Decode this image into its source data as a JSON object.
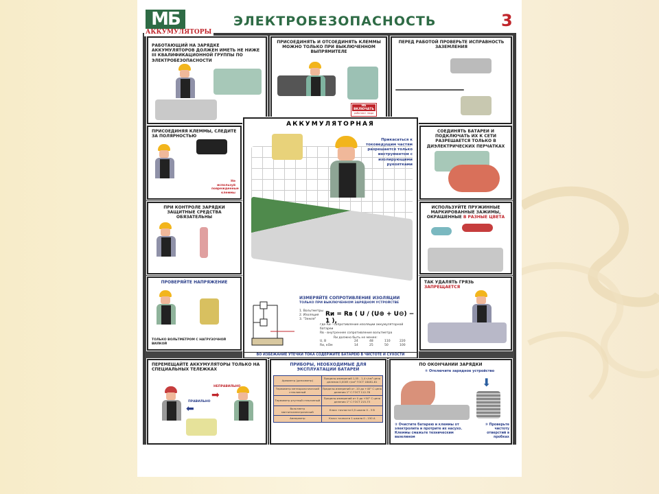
{
  "poster": {
    "logo": "МБ",
    "logo_subtitle": "АККУМУЛЯТОРЫ",
    "title": "ЭЛЕКТРОБЕЗОПАСНОСТЬ",
    "sheet_number": "3",
    "colors": {
      "green": "#2e6b45",
      "red": "#c0252b",
      "blue": "#2b3f8a"
    }
  },
  "panels": {
    "qualification": "Работающий на зарядке аккумуляторов должен иметь не ниже III квалификационной группы по электробезопасности",
    "terminals_off": "Присоединять и отсоединять клеммы можно только при выключенном выпрямителе",
    "terminals_off_sign": "НЕ ВКЛЮЧАТЬ",
    "terminals_off_sign_sub": "работают люди",
    "grounding": "Перед работой проверьте исправность заземления",
    "polarity": "Присоединяя клеммы, следите за полярностью",
    "polarity_note": "Не используй поврежденные клеммы",
    "protection": "При контроле зарядки защитные средства обязательны",
    "voltage_check": "Проверяйте напряжение",
    "voltage_note": "только вольтметром с нагрузочной вилкой",
    "center_title": "АККУМУЛЯТОРНАЯ",
    "center_note": "Прикасаться к токоведущим частям разрешается только инструментом с изолирующими рукоятками",
    "insulation_title": "Измеряйте сопротивление изоляции",
    "insulation_sub": "только при выключенном зарядном устройстве",
    "legend": [
      "1. Вольтметры",
      "2. Изоляция",
      "3. \"Земля\""
    ],
    "formula": "Rи = Rв ( U / (U⊕ + U⊖) − 1 ),",
    "formula_where": "где Rи - сопротивление изоляции аккумуляторной батареи",
    "formula_rv": "Rв - внутреннее сопротивление вольтметра",
    "min_title": "Rи должно быть не менее:",
    "min_rows": [
      {
        "label": "U, В",
        "values": [
          "24",
          "48",
          "110",
          "220"
        ]
      },
      {
        "label": "Rи, кОм",
        "values": [
          "14",
          "25",
          "50",
          "100"
        ]
      }
    ],
    "center_footer": "Во избежание утечки тока содержите батарею в чистоте и сухости",
    "gloves": "Соединять батареи и подключать их к сети разрешается только в диэлектрических перчатках",
    "clamps": "Используйте пружинные маркированные зажимы, окрашенные",
    "clamps_red": "в разные цвета",
    "dirt": "Так удалять грязь",
    "dirt_red": "запрещается",
    "carts": "Перемещайте аккумуляторы только на специальных тележках",
    "wrong": "НЕПРАВИЛЬНО",
    "right": "ПРАВИЛЬНО",
    "instruments_title": "Приборы, необходимые для эксплуатации батарей",
    "instruments": [
      {
        "name": "Ареометр (денсиметр)",
        "spec": "Пределы измерений 1,05 - 1,4 г/см³ цена деления 0,0005 г/см³ ГОСТ 18481-81"
      },
      {
        "name": "Термометр метеорологический стеклянный",
        "spec": "Пределы измерений от -10 до +40° C цена деления 1° C ГОСТ 112-78"
      },
      {
        "name": "Термометр ртутный стеклянный",
        "spec": "Пределы измерений от 0 до +50° C цена деления 1° C ГОСТ 215-73"
      },
      {
        "name": "Вольтметр магнитоэлектрический",
        "spec": "Класс точности 0,5 шкала 0 - 3 В"
      },
      {
        "name": "Амперметр",
        "spec": "Класс точности 1 шкала 0 - 150 А"
      }
    ],
    "end_title": "По окончании зарядки",
    "end_step1": "① Отключите зарядное устройство",
    "end_step2": "② Очистите батарею и клеммы от электролита и протрите их насухо. Клеммы смажьте техническим вазелином",
    "end_step3": "③ Проверьте чистоту отверстий в пробках"
  }
}
